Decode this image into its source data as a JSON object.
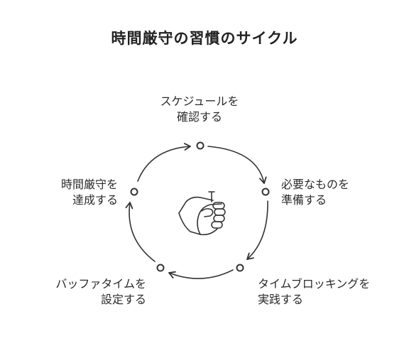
{
  "title": "時間厳守の習慣のサイクル",
  "steps": [
    {
      "line1": "スケジュールを",
      "line2": "確認する"
    },
    {
      "line1": "必要なものを",
      "line2": "準備する"
    },
    {
      "line1": "タイムブロッキングを",
      "line2": "実践する"
    },
    {
      "line1": "バッファタイムを",
      "line2": "設定する"
    },
    {
      "line1": "時間厳守を",
      "line2": "達成する"
    }
  ],
  "center_icon": "fist-hand-icon"
}
